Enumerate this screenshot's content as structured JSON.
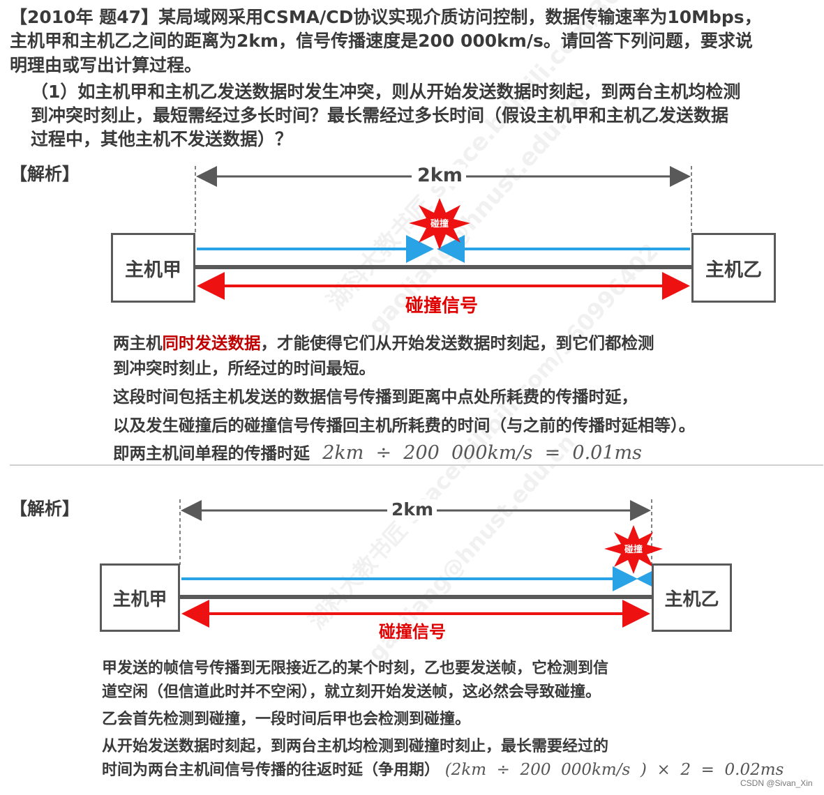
{
  "question": {
    "line1": "【2010年 题47】某局域网采用CSMA/CD协议实现介质访问控制，数据传输速率为10Mbps，",
    "line2": "主机甲和主机乙之间的距离为2km，信号传播速度是200 000km/s。请回答下列问题，要求说",
    "line3": "明理由或写出计算过程。",
    "sub1": "（1）如主机甲和主机乙发送数据时发生冲突，则从开始发送数据时刻起，到两台主机均检测",
    "sub2": "到冲突时刻止，最短需经过多长时间？最长需经过多长时间（假设主机甲和主机乙发送数据",
    "sub3": "过程中，其他主机不发送数据）？"
  },
  "section1": {
    "heading": "【解析】",
    "diagram": {
      "distance": "2km",
      "host_a": "主机甲",
      "host_b": "主机乙",
      "burst": "碰撞",
      "signal": "碰撞信号"
    },
    "text": {
      "l1_pre": "两主机",
      "l1_hl": "同时发送数据",
      "l1_post": "，才能使得它们从开始发送数据时刻起，到它们都检测",
      "l2": "到冲突时刻止，所经过的时间最短。",
      "l3": "这段时间包括主机发送的数据信号传播到距离中点处所耗费的传播时延，",
      "l4": "以及发生碰撞后的碰撞信号传播回主机所耗费的时间（与之前的传播时延相等）。",
      "l5_pre": "即两主机间单程的传播时延",
      "l5_math": "2km  ÷  200  000km/s  =  0.01ms"
    }
  },
  "section2": {
    "heading": "【解析】",
    "diagram": {
      "distance": "2km",
      "host_a": "主机甲",
      "host_b": "主机乙",
      "burst": "碰撞",
      "signal": "碰撞信号"
    },
    "text": {
      "l1": "甲发送的帧信号传播到无限接近乙的某个时刻，乙也要发送帧，它检测到信",
      "l2": "道空闲（但信道此时并不空闲），就立刻开始发送帧，这必然会导致碰撞。",
      "l3": "乙会首先检测到碰撞，一段时间后甲也会检测到碰撞。",
      "l4": "从开始发送数据时刻起，到两台主机均检测到碰撞时刻止，最长需要经过的",
      "l5_pre": "时间为两台主机间信号传播的往返时延（争用期）",
      "l5_math": "(2km  ÷  200  000km/s  )  ×  2  =  0.02ms"
    }
  },
  "watermark": {
    "text1": "湖科大教书匠 space.bilibili.com/360996402",
    "text2": "湖科大教书匠 space.bilibili.com/360996402",
    "text3": "gaojiang@hnust.edu.cn",
    "text4": "gaojiang@hnust.edu.cn"
  },
  "credit": "CSDN @Sivan_Xin",
  "colors": {
    "blue_arrow": "#29a3e6",
    "red_arrow": "#ee1111",
    "line": "#595959",
    "highlight": "#c00000"
  }
}
